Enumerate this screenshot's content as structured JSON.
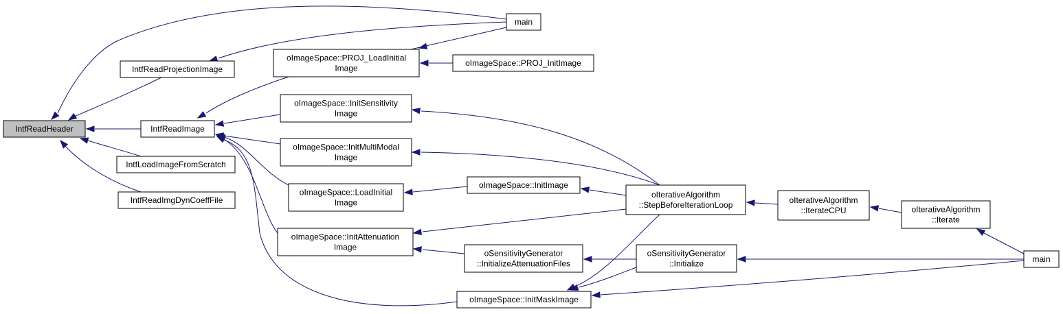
{
  "diagram": {
    "type": "call-graph",
    "colors": {
      "edge": "#191970",
      "highlight_fill": "#bfbfbf",
      "node_fill": "#ffffff",
      "node_border": "#000000"
    },
    "nodes": [
      {
        "id": "intfReadHeader",
        "lines": [
          "IntfReadHeader"
        ],
        "highlight": true
      },
      {
        "id": "main1",
        "lines": [
          "main"
        ]
      },
      {
        "id": "intfReadProjectionImage",
        "lines": [
          "IntfReadProjectionImage"
        ]
      },
      {
        "id": "intfReadImage",
        "lines": [
          "IntfReadImage"
        ]
      },
      {
        "id": "intfLoadImageFromScratch",
        "lines": [
          "IntfLoadImageFromScratch"
        ]
      },
      {
        "id": "intfReadImgDynCoeffFile",
        "lines": [
          "IntfReadImgDynCoeffFile"
        ]
      },
      {
        "id": "projLoadInitialImage",
        "lines": [
          "oImageSpace::PROJ_LoadInitial",
          "Image"
        ]
      },
      {
        "id": "projInitImage",
        "lines": [
          "oImageSpace::PROJ_InitImage"
        ]
      },
      {
        "id": "initSensitivityImage",
        "lines": [
          "oImageSpace::InitSensitivity",
          "Image"
        ]
      },
      {
        "id": "initMultiModalImage",
        "lines": [
          "oImageSpace::InitMultiModal",
          "Image"
        ]
      },
      {
        "id": "loadInitialImage",
        "lines": [
          "oImageSpace::LoadInitial",
          "Image"
        ]
      },
      {
        "id": "initImage",
        "lines": [
          "oImageSpace::InitImage"
        ]
      },
      {
        "id": "initAttenuationImage",
        "lines": [
          "oImageSpace::InitAttenuation",
          "Image"
        ]
      },
      {
        "id": "initializeAttenuationFiles",
        "lines": [
          "oSensitivityGenerator",
          "::InitializeAttenuationFiles"
        ]
      },
      {
        "id": "initMaskImage",
        "lines": [
          "oImageSpace::InitMaskImage"
        ]
      },
      {
        "id": "stepBeforeIterationLoop",
        "lines": [
          "oIterativeAlgorithm",
          "::StepBeforeIterationLoop"
        ]
      },
      {
        "id": "sgInitialize",
        "lines": [
          "oSensitivityGenerator",
          "::Initialize"
        ]
      },
      {
        "id": "iterateCPU",
        "lines": [
          "oIterativeAlgorithm",
          "::IterateCPU"
        ]
      },
      {
        "id": "iterate",
        "lines": [
          "oIterativeAlgorithm",
          "::Iterate"
        ]
      },
      {
        "id": "main2",
        "lines": [
          "main"
        ]
      }
    ]
  }
}
